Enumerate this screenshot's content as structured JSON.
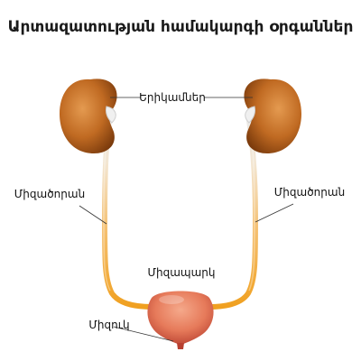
{
  "title": "Արտազատության համակարգի օրգաններ",
  "labels": {
    "kidneys": "Երիկամներ",
    "ureter_left": "Միզածորան",
    "ureter_right": "Միզածորան",
    "bladder": "Միզապարկ",
    "urethra": "Միզուկ"
  },
  "colors": {
    "kidney_light": "#d9843a",
    "kidney_dark": "#7a3a0c",
    "tube_top": "#e6e6e6",
    "tube_bottom": "#f0a020",
    "bladder_light": "#ef8a6a",
    "bladder_dark": "#c94a35",
    "leader_line": "#333333"
  }
}
